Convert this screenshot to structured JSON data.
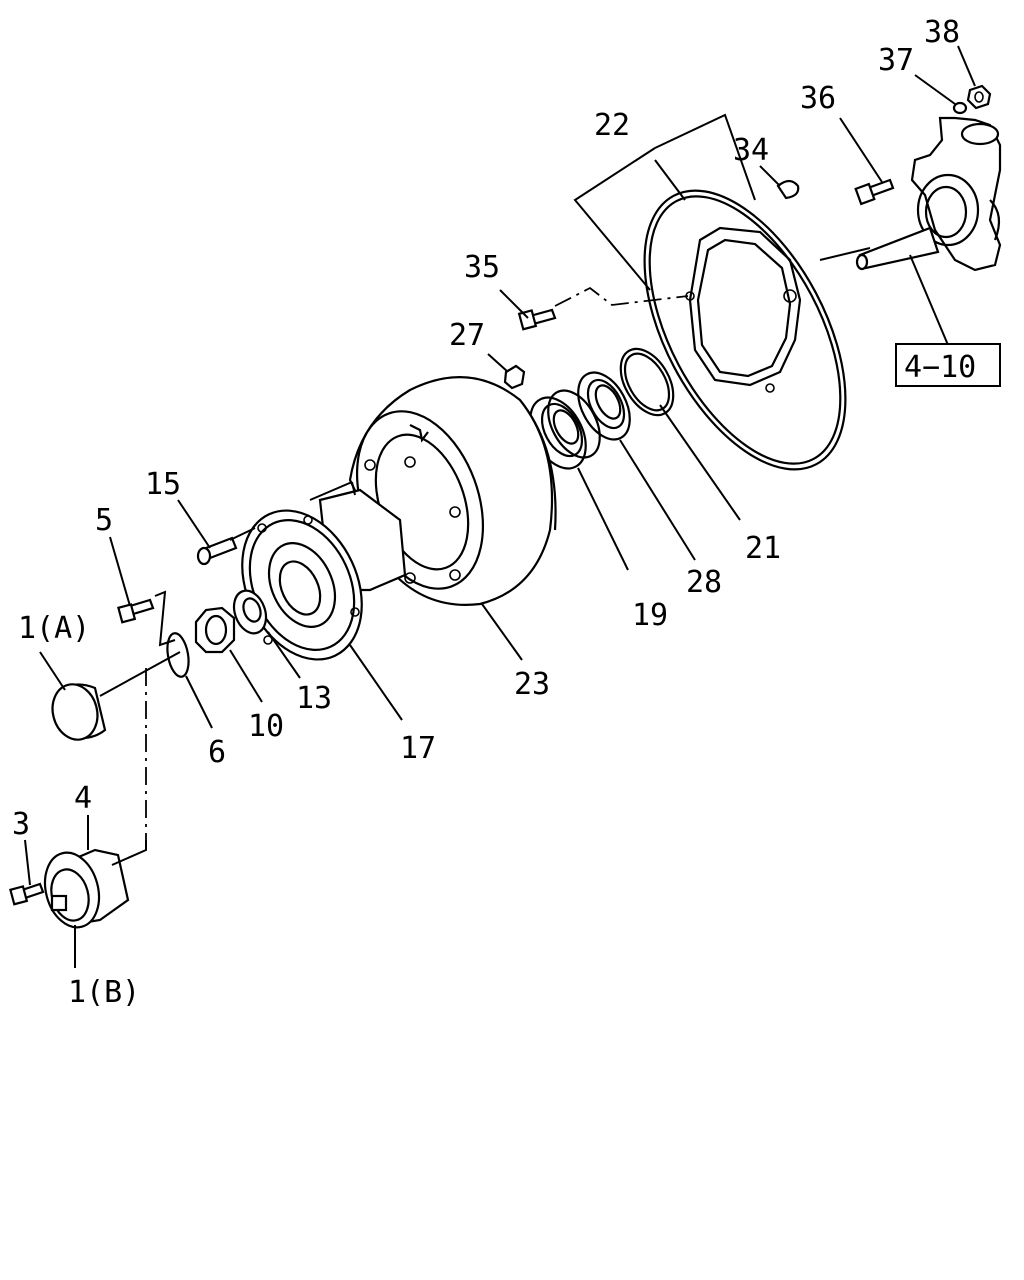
{
  "labels": {
    "l38": "38",
    "l37": "37",
    "l36": "36",
    "l34": "34",
    "l22": "22",
    "l35": "35",
    "l27": "27",
    "l410": "4−10",
    "l21": "21",
    "l28": "28",
    "l19": "19",
    "l15": "15",
    "l5": "5",
    "l1a": "1(A)",
    "l6": "6",
    "l10": "10",
    "l13": "13",
    "l17": "17",
    "l23": "23",
    "l4": "4",
    "l3": "3",
    "l1b": "1(B)"
  }
}
